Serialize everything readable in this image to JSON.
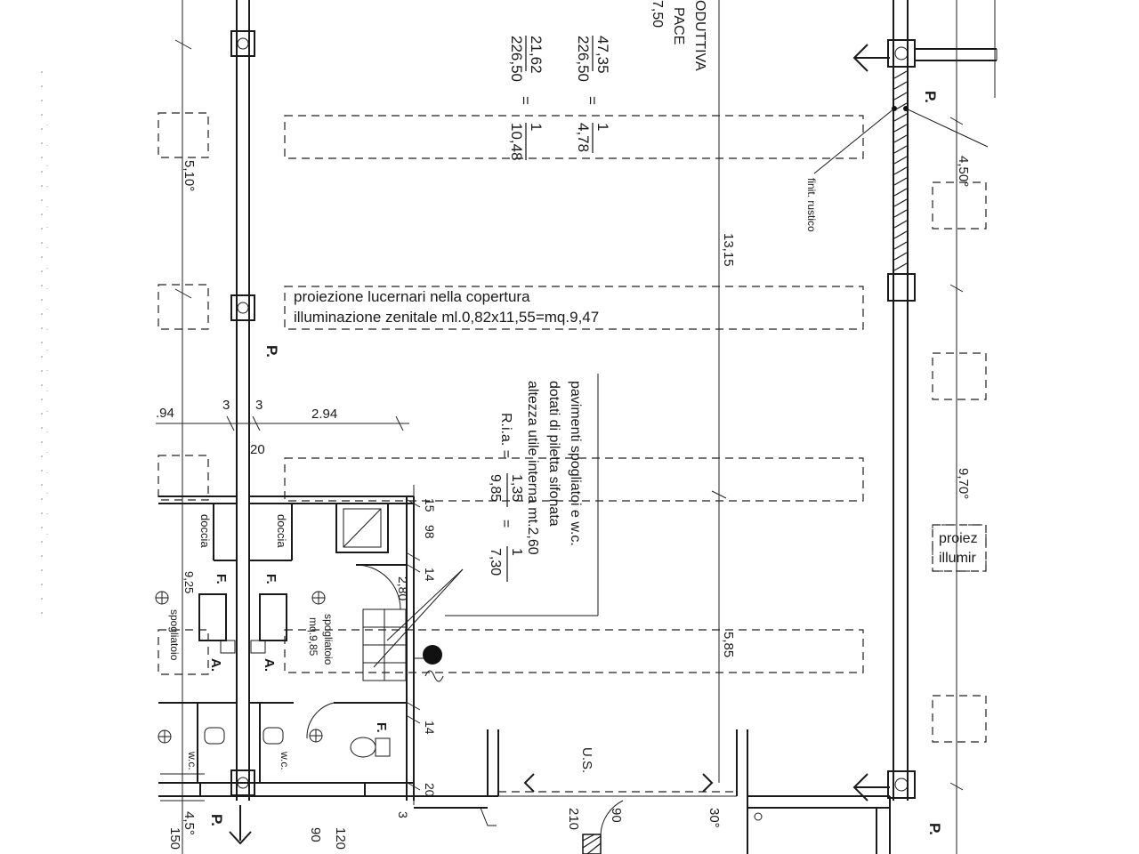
{
  "header": {
    "ratio_top": "47,35",
    "ratio_top_den": "226,50",
    "ratio_top_eq": "=",
    "ratio_top_res1": "1",
    "ratio_top_res2": "4,78",
    "ratio_bot": "21,62",
    "ratio_bot_den": "226,50",
    "ratio_bot_eq": "=",
    "ratio_bot_res1": "1",
    "ratio_bot_res2": "10,48",
    "frag_oduttiva": "ODUTTIVA",
    "frag_pace": "PACE",
    "frag_750": "7,50"
  },
  "skylight": {
    "line1": "proiezione lucernari nella copertura",
    "line2": "illuminazione zenitale ml.0,82x11,55=mq.9,47"
  },
  "note": {
    "line1": "pavimenti spogliatoi e w.c.",
    "line2": "dotati di piletta sifonata",
    "line3": "altezza utile interna mt.2,60",
    "ria_label": "R.i.a. =",
    "ria_num": "1,35",
    "ria_den": "9,85",
    "ria_eq": "=",
    "ria_res_num": "1",
    "ria_res_den": "7,30"
  },
  "rooms": {
    "doccia_left": "doccia",
    "doccia_right": "doccia",
    "spogliatoio_left": "spogliatoio",
    "spogliatoio_right": "spogliatoio",
    "spogliatoio_right_area": "mq.9,85",
    "spogliatoio_left_area": "9,25",
    "wc_left": "w.c.",
    "wc_right": "w.c.",
    "f_left": "F.",
    "f_right": "F.",
    "f_wc": "F.",
    "a_left": "A.",
    "a_right": "A."
  },
  "labels": {
    "p_top_right": "P.",
    "p_mid_left": "P.",
    "p_bottom_left": "P.",
    "p_bottom_right": "P.",
    "finit_rustico": "finit. rustico",
    "us": "U.S.",
    "proiez": "proiez",
    "illumir": "illumir"
  },
  "dimensions": {
    "d_510": "5,10°",
    "d_450": "4,50°",
    "d_1315": "13,15",
    "d_970": "9,70°",
    "d_585": "5,85",
    "d_294_left": ".94",
    "d_3_a": "3",
    "d_3_b": "3",
    "d_294": "2.94",
    "d_20": "20",
    "d_15": "15",
    "d_98": "98",
    "d_14_a": "14",
    "d_280": "2,80",
    "d_14_b": "14",
    "d_20_b": "20",
    "d_3_c": "3",
    "d_150": "150",
    "d_45": "4,5°",
    "d_90_a": "90",
    "d_120": "120",
    "d_210": "210",
    "d_90_b": "90",
    "d_30": "30°"
  }
}
